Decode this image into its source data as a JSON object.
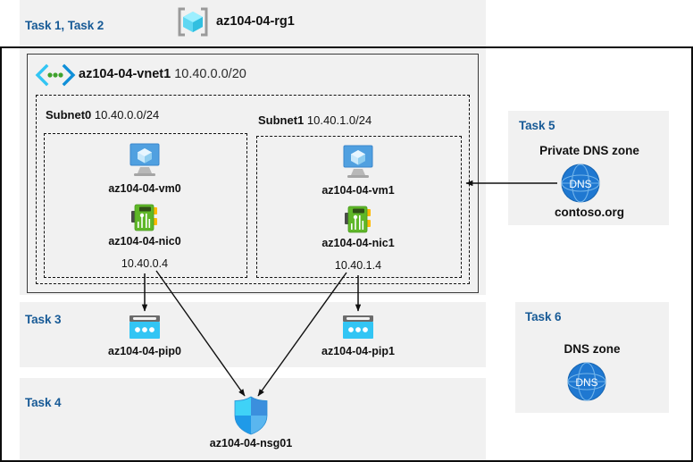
{
  "resource_group": {
    "tasks_label": "Task 1, Task 2",
    "name": "az104-04-rg1",
    "icon": "resource-group-cube-icon"
  },
  "vnet": {
    "name": "az104-04-vnet1",
    "cidr": "10.40.0.0/20",
    "icon": "virtual-network-icon"
  },
  "subnets": [
    {
      "name": "Subnet0",
      "cidr": "10.40.0.0/24",
      "vm": {
        "name": "az104-04-vm0",
        "icon": "virtual-machine-icon"
      },
      "nic": {
        "name": "az104-04-nic0",
        "ip": "10.40.0.4",
        "icon": "network-interface-icon"
      }
    },
    {
      "name": "Subnet1",
      "cidr": "10.40.1.0/24",
      "vm": {
        "name": "az104-04-vm1",
        "icon": "virtual-machine-icon"
      },
      "nic": {
        "name": "az104-04-nic1",
        "ip": "10.40.1.4",
        "icon": "network-interface-icon"
      }
    }
  ],
  "public_ips": {
    "task_label": "Task 3",
    "items": [
      {
        "name": "az104-04-pip0",
        "icon": "public-ip-address-icon"
      },
      {
        "name": "az104-04-pip1",
        "icon": "public-ip-address-icon"
      }
    ]
  },
  "nsg": {
    "task_label": "Task 4",
    "name": "az104-04-nsg01",
    "icon": "network-security-group-shield-icon"
  },
  "private_dns_zone": {
    "task_label": "Task 5",
    "title": "Private DNS zone",
    "domain": "contoso.org",
    "icon": "dns-globe-icon"
  },
  "dns_zone": {
    "task_label": "Task 6",
    "title": "DNS zone",
    "icon": "dns-globe-icon"
  },
  "colors": {
    "task_blue": "#175a96",
    "panel_gray": "#f1f1f1",
    "azure_blue": "#0078d4",
    "cyan": "#32c5f4",
    "nic_green": "#6cbe45",
    "dns_blue": "#1f78d1"
  }
}
